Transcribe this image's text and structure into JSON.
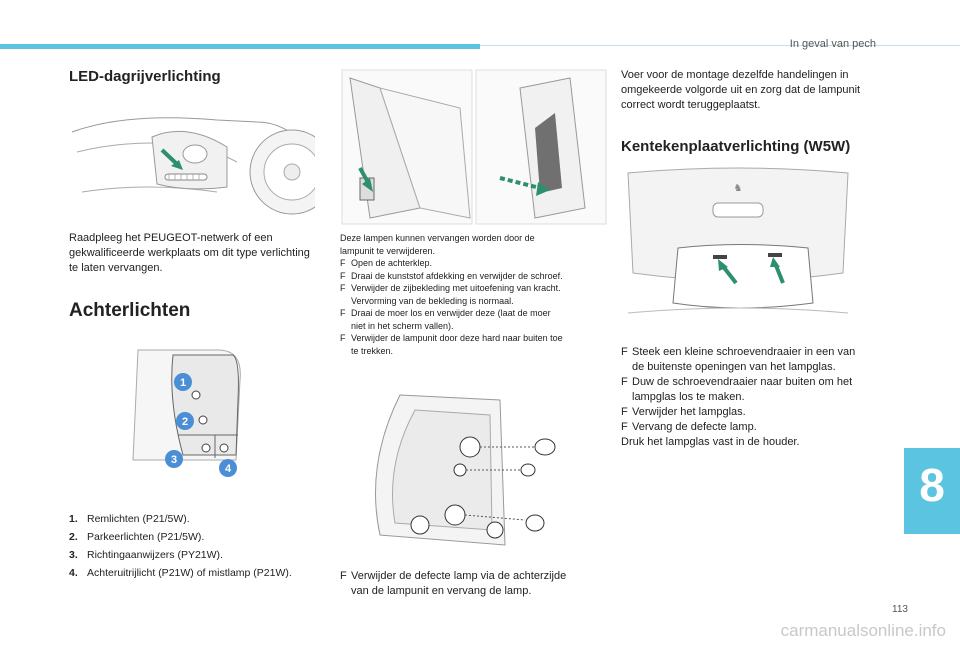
{
  "header": {
    "section": "In geval van pech"
  },
  "left": {
    "heading_led": "LED-dagrijverlichting",
    "led_text": [
      "Raadpleeg het PEUGEOT-netwerk of een",
      "gekwalificeerde werkplaats om dit type verlichting",
      "te laten vervangen."
    ],
    "heading_rear": "Achterlichten",
    "callouts": [
      "1",
      "2",
      "3",
      "4"
    ],
    "legend": [
      {
        "num": "1.",
        "text": "Remlichten (P21/5W)."
      },
      {
        "num": "2.",
        "text": "Parkeerlichten (P21/5W)."
      },
      {
        "num": "3.",
        "text": "Richtingaanwijzers (PY21W)."
      },
      {
        "num": "4.",
        "text": "Achteruitrijlicht (P21W) of mistlamp (P21W)."
      }
    ]
  },
  "middle": {
    "intro": [
      "Deze lampen kunnen vervangen worden door de",
      "lampunit te verwijderen."
    ],
    "bullet_marker": "F",
    "steps": [
      [
        "Open de achterklep."
      ],
      [
        "Draai de kunststof afdekking en verwijder de schroef."
      ],
      [
        "Verwijder de zijbekleding met uitoefening van kracht.",
        "Vervorming van de bekleding is normaal."
      ],
      [
        "Draai de moer los en verwijder deze (laat de moer",
        "niet in het scherm vallen)."
      ],
      [
        "Verwijder de lampunit door deze hard naar buiten toe",
        "te trekken."
      ]
    ],
    "final_step": [
      "Verwijder de defecte lamp via de achterzijde",
      "van de lampunit en vervang de lamp."
    ]
  },
  "right": {
    "intro": [
      "Voer voor de montage dezelfde handelingen in",
      "omgekeerde volgorde uit en zorg dat de lampunit",
      "correct wordt teruggeplaatst."
    ],
    "heading_plate": "Kentekenplaatverlichting (W5W)",
    "steps": [
      [
        "Steek een kleine schroevendraaier in een van",
        "de buitenste openingen van het lampglas."
      ],
      [
        "Duw de schroevendraaier naar buiten om het",
        "lampglas los te maken."
      ],
      [
        "Verwijder het lampglas."
      ],
      [
        "Vervang de defecte lamp."
      ]
    ],
    "closing": "Druk het lampglas vast in de houder."
  },
  "chapter_tab": "8",
  "page_number": "113",
  "footer_watermark": "carmanualsonline.info",
  "colors": {
    "accent": "#5bc4e0",
    "arrow": "#2e8f6f",
    "badge": "#4a8fd6"
  }
}
